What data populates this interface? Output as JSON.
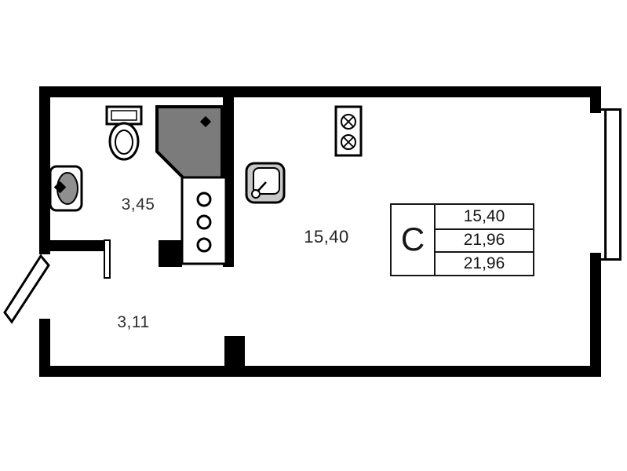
{
  "plan": {
    "title": "studio-apartment-floor-plan",
    "rooms": [
      {
        "id": "bathroom",
        "area": "3,45"
      },
      {
        "id": "hallway",
        "area": "3,11"
      },
      {
        "id": "living",
        "area": "15,40"
      }
    ],
    "legend": {
      "type_letter": "С",
      "rows": [
        "15,40",
        "21,96",
        "21,96"
      ]
    },
    "fixtures": [
      "toilet",
      "bathroom-sink",
      "shower-cabin",
      "utility-shaft",
      "kitchen-sink",
      "stove",
      "window",
      "entrance-door",
      "bathroom-door"
    ],
    "colors": {
      "wall": "#000000",
      "shower_fill": "#7b7b7b",
      "background": "#ffffff",
      "text": "#2e2e2e"
    }
  }
}
